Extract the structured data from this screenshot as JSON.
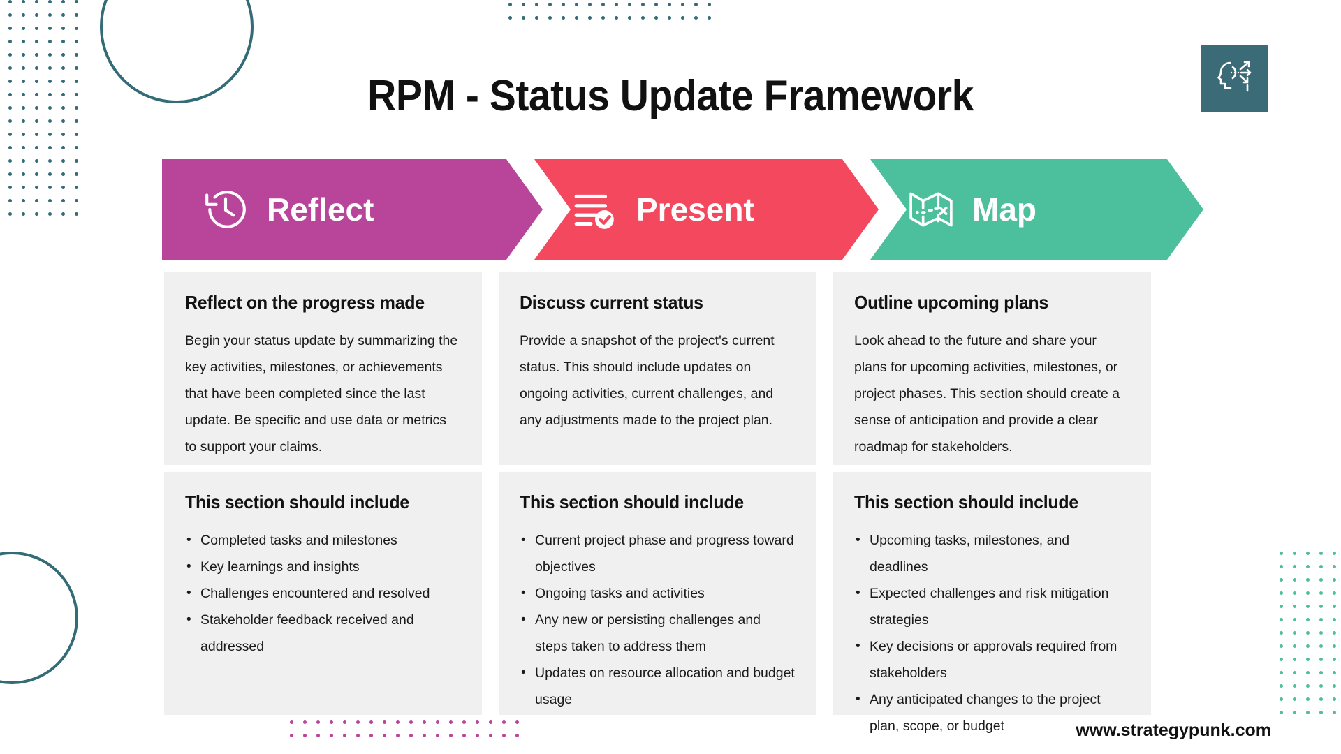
{
  "title": "RPM - Status Update Framework",
  "logo": {
    "name": "head-with-arrows-icon",
    "background": "#3c6b78"
  },
  "footer": {
    "url": "www.strategypunk.com"
  },
  "colors": {
    "reflect": "#b8459a",
    "present": "#f4485f",
    "map": "#4cbf9c",
    "card_bg": "#f0f0f0",
    "deco_circle": "#336b77",
    "dots_teal": "#336b77",
    "dots_green": "#4cbf9c",
    "dots_pink": "#b8459a"
  },
  "banner": {
    "steps": [
      {
        "label": "Reflect",
        "icon": "clock-history-icon",
        "color": "#b8459a"
      },
      {
        "label": "Present",
        "icon": "checklist-check-icon",
        "color": "#f4485f"
      },
      {
        "label": "Map",
        "icon": "folded-map-route-icon",
        "color": "#4cbf9c"
      }
    ]
  },
  "columns": [
    {
      "heading": "Reflect on the progress made",
      "description": "Begin your status update by summarizing  the key activities, milestones,  or achievements that have been completed  since the last update. Be specific and use data or metrics to support your claims.",
      "list_heading": "This section should include",
      "bullets": [
        "Completed  tasks and milestones",
        "Key learnings  and insights",
        "Challenges  encountered  and resolved",
        "Stakeholder  feedback received and addressed"
      ]
    },
    {
      "heading": "Discuss current status",
      "description": "Provide a snapshot of the project's current status. This should include  updates  on ongoing  activities, current challenges,  and any adjustments  made  to the project plan.",
      "list_heading": "This section should include",
      "bullets": [
        "Current project phase and progress toward objectives",
        "Ongoing  tasks and activities",
        "Any new or persisting challenges  and steps taken to address them",
        "Updates  on resource allocation and budget usage"
      ]
    },
    {
      "heading": "Outline upcoming plans",
      "description": "Look ahead to the future and share your plans for upcoming  activities, milestones,  or project phases. This section should  create a sense of anticipation and provide a clear roadmap  for stakeholders.",
      "list_heading": "This section should include",
      "bullets": [
        "Upcoming  tasks, milestones, and deadlines",
        "Expected  challenges  and risk mitigation strategies",
        "Key decisions or approvals  required from stakeholders",
        "Any anticipated changes to the project plan, scope, or budget"
      ]
    }
  ]
}
